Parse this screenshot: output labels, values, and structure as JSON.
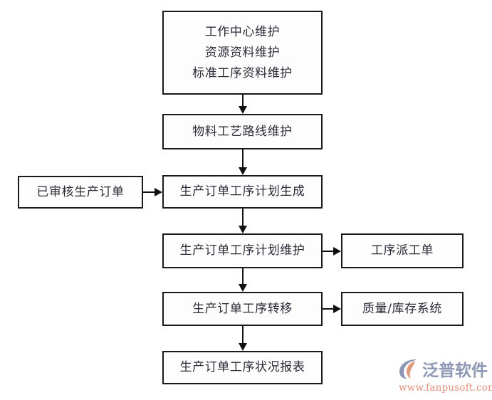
{
  "diagram": {
    "title_present": false,
    "background_color": "#ffffff",
    "node_border_color": "#1a1a1a",
    "node_fill_color": "#fdfdfd",
    "node_text_color": "#2b2b38",
    "connector_color": "#111111",
    "nodes": [
      {
        "id": "basic-data",
        "lines": [
          "工作中心维护",
          "资源资料维护",
          "标准工序资料维护"
        ]
      },
      {
        "id": "routing",
        "label": "物料工艺路线维护"
      },
      {
        "id": "approved-mo",
        "label": "已审核生产订单"
      },
      {
        "id": "op-plan-gen",
        "label": "生产订单工序计划生成"
      },
      {
        "id": "op-plan-maint",
        "label": "生产订单工序计划维护"
      },
      {
        "id": "dispatch",
        "label": "工序派工单"
      },
      {
        "id": "op-transfer",
        "label": "生产订单工序转移"
      },
      {
        "id": "qc-inv",
        "label": "质量/库存系统"
      },
      {
        "id": "status-report",
        "label": "生产订单工序状况报表"
      }
    ]
  },
  "watermark": {
    "brand": "泛普软件",
    "url": "www.fanpusoft.com",
    "brand_color": "#8e97b4",
    "url_color": "#e4917c",
    "mark_outer_color": "#8e97b4",
    "mark_inner_color": "#e09a7e"
  }
}
